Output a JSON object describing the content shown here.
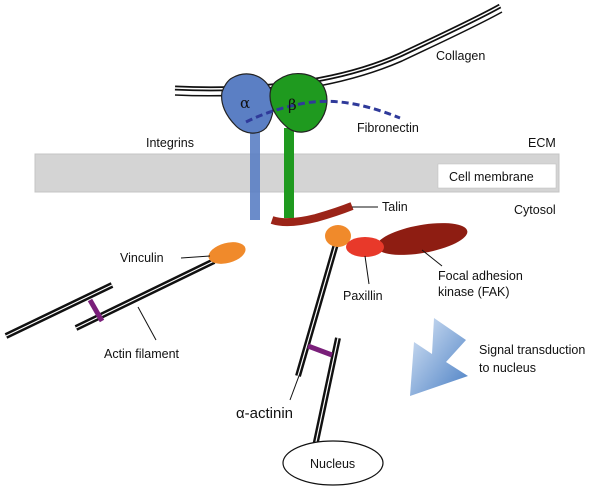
{
  "labels": {
    "collagen": "Collagen",
    "integrins": "Integrins",
    "fibronectin": "Fibronectin",
    "ecm": "ECM",
    "cell_membrane": "Cell membrane",
    "talin": "Talin",
    "cytosol": "Cytosol",
    "vinculin": "Vinculin",
    "paxillin": "Paxillin",
    "fak_line1": "Focal adhesion",
    "fak_line2": "kinase (FAK)",
    "actin_filament": "Actin filament",
    "signal_line1": "Signal transduction",
    "signal_line2": "to nucleus",
    "alpha_actinin": "α-actinin",
    "nucleus": "Nucleus",
    "alpha": "α",
    "beta": "β"
  },
  "colors": {
    "alpha_integrin": "#5b7fc4",
    "beta_integrin": "#1f9a1f",
    "fibronectin": "#2f3a9a",
    "membrane": "#d4d4d4",
    "talin": "#9b2418",
    "fak": "#8e1d12",
    "paxillin": "#e8392a",
    "vinculin": "#f08a2b",
    "crosslink": "#7a1f7a",
    "arrow": "#5a8fd0"
  }
}
